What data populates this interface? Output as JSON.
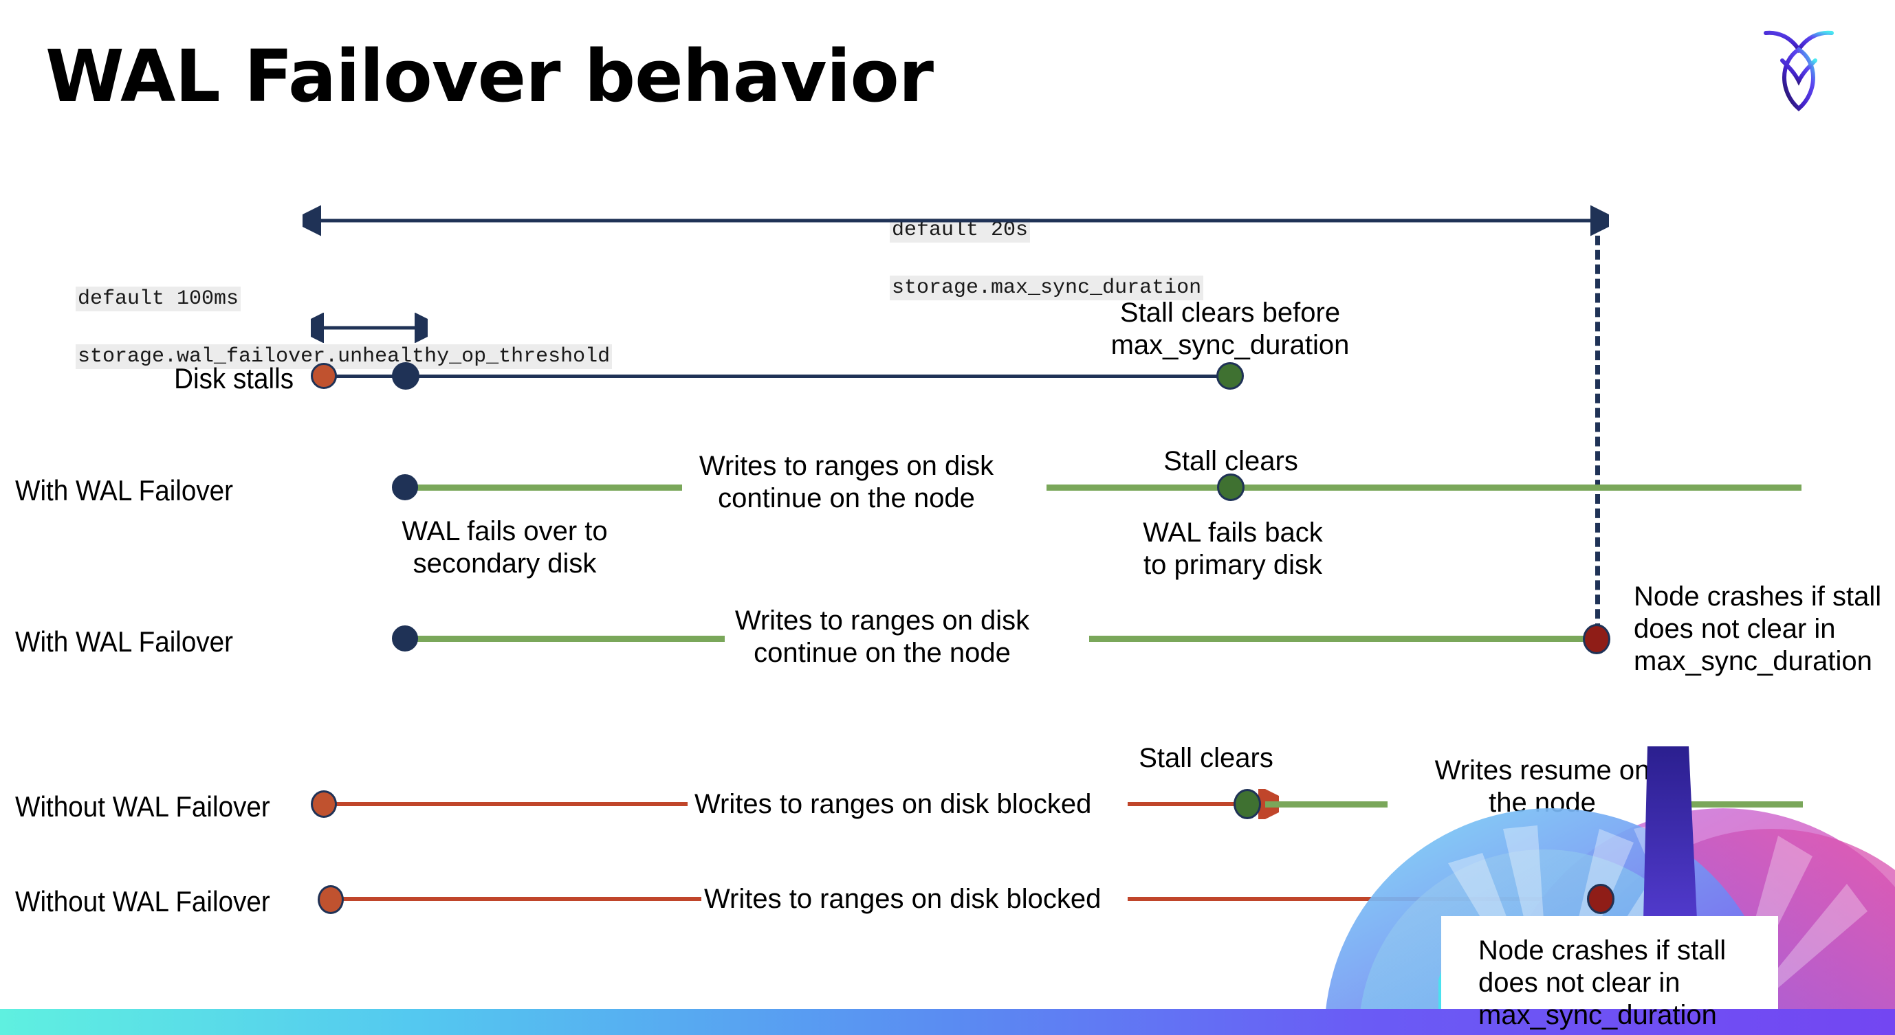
{
  "slide": {
    "title": "WAL Failover behavior",
    "logo_name": "cockroachdb-logo"
  },
  "settings": {
    "max_sync": {
      "default_label": "default 20s",
      "setting_name": "storage.max_sync_duration"
    },
    "unhealthy_threshold": {
      "default_label": "default 100ms",
      "setting_name": "storage.wal_failover.unhealthy_op_threshold"
    }
  },
  "rows": [
    {
      "label": "Disk stalls",
      "annotation": "Stall clears before\nmax_sync_duration"
    },
    {
      "label": "With WAL Failover",
      "note_start": "WAL fails over to\nsecondary disk",
      "note_middle": "Writes to ranges on disk\ncontinue on the node",
      "note_clear": "Stall clears",
      "note_end": "WAL fails  back\nto primary disk"
    },
    {
      "label": "With WAL Failover",
      "note_middle": "Writes to ranges on disk\ncontinue on the node",
      "note_crash": "Node crashes if stall\ndoes not clear in\nmax_sync_duration"
    },
    {
      "label": "Without WAL Failover",
      "note_middle": "Writes to ranges on disk  blocked",
      "note_clear": "Stall clears",
      "note_resume": "Writes resume on\nthe node"
    },
    {
      "label": "Without WAL Failover",
      "note_middle": "Writes to ranges on disk  blocked",
      "note_crash": "Node crashes if stall\ndoes not clear in\nmax_sync_duration"
    }
  ],
  "colors": {
    "navy": "#1f3256",
    "green_line": "#7aa75a",
    "green_dot": "#3f7131",
    "red_line": "#c0452a",
    "orange_dot": "#c0522f",
    "dark_red_dot": "#8f1d17",
    "chip_bg": "#ececec"
  }
}
